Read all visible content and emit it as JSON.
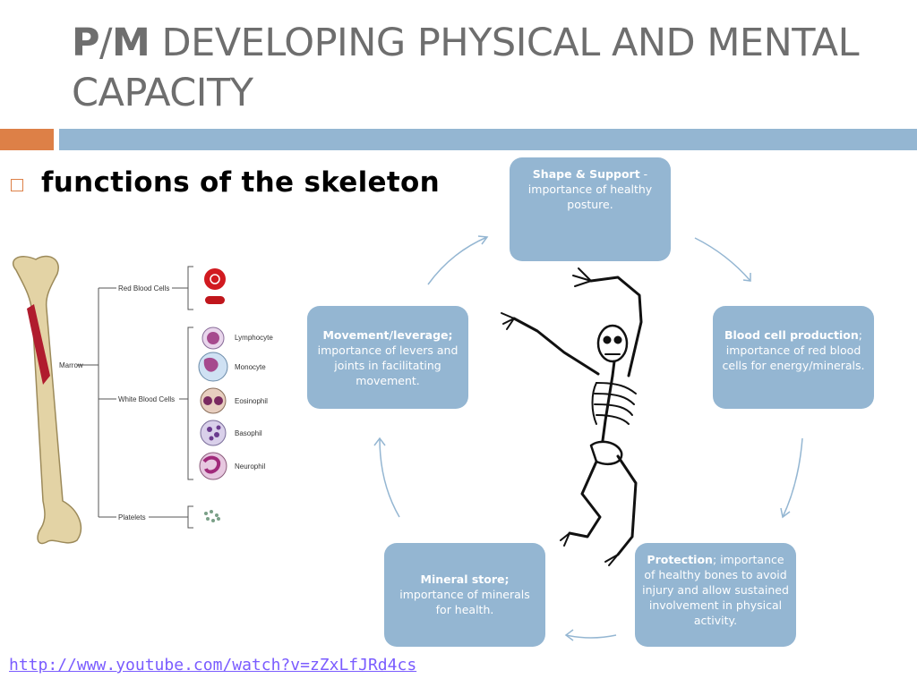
{
  "title": {
    "prefix_p": "P",
    "slash": "/",
    "prefix_m": "M",
    "rest": " DEVELOPING PHYSICAL AND MENTAL CAPACITY"
  },
  "bullet": "functions of the skeleton",
  "diagram": {
    "marrow": "Marrow",
    "red_blood_cells": "Red Blood Cells",
    "white_blood_cells": "White Blood Cells",
    "platelets": "Platelets",
    "wbc_types": [
      "Lymphocyte",
      "Monocyte",
      "Eosinophil",
      "Basophil",
      "Neurophil"
    ]
  },
  "boxes": {
    "shape": {
      "head": "Shape & Support",
      "text": " - importance of healthy posture."
    },
    "blood": {
      "head": "Blood cell production",
      "text": "; importance of red blood cells for energy/minerals."
    },
    "protection": {
      "head": "Protection",
      "text": "; importance of healthy bones to avoid injury and allow sustained involvement in physical activity."
    },
    "mineral": {
      "head": "Mineral store;",
      "text": " importance of minerals for health."
    },
    "movement": {
      "head": "Movement/leverage;",
      "text": " importance of levers and joints in facilitating movement."
    }
  },
  "link": "http://www.youtube.com/watch?v=zZxLfJRd4cs",
  "colors": {
    "accent_orange": "#dd8047",
    "accent_blue": "#94b6d2",
    "title_gray": "#6e6e6e",
    "link": "#7a5cff"
  }
}
